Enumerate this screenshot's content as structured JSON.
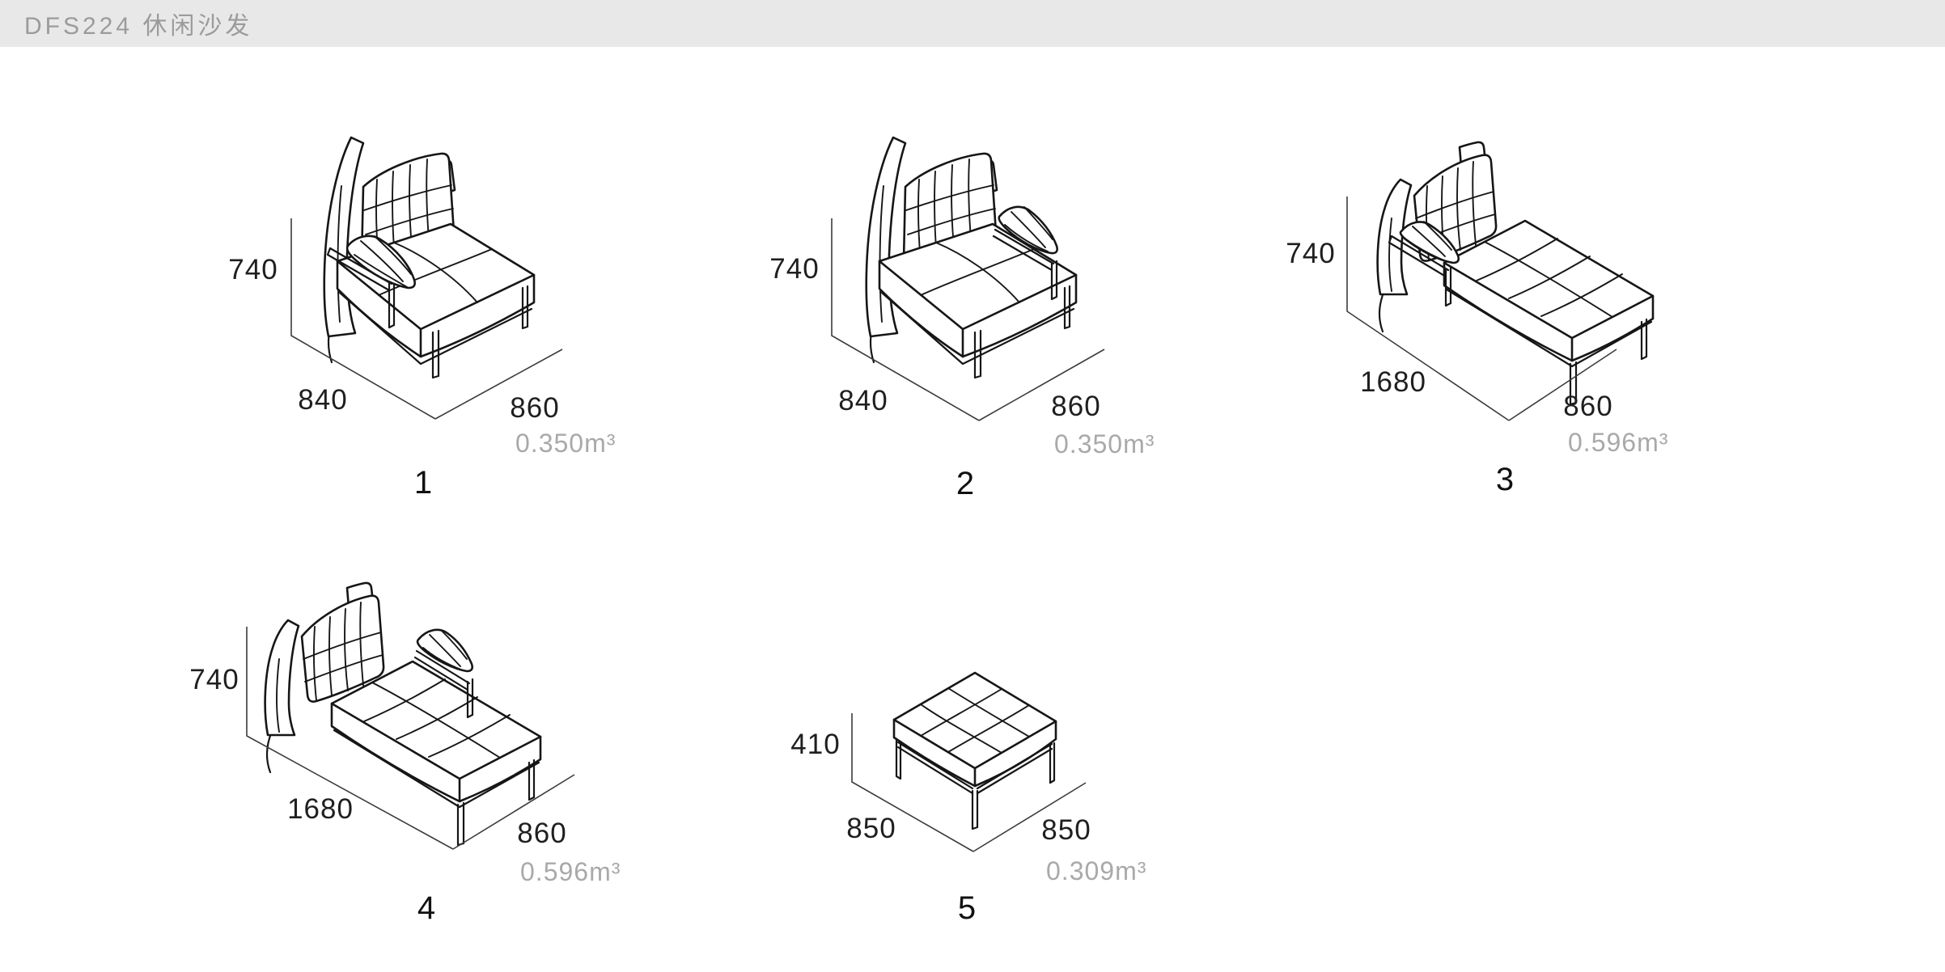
{
  "header": {
    "title": "DFS224 休闲沙发"
  },
  "figures": [
    {
      "number": "1",
      "height": "740",
      "depth": "840",
      "width": "860",
      "volume": "0.350m³"
    },
    {
      "number": "2",
      "height": "740",
      "depth": "840",
      "width": "860",
      "volume": "0.350m³"
    },
    {
      "number": "3",
      "height": "740",
      "depth": "1680",
      "width": "860",
      "volume": "0.596m³"
    },
    {
      "number": "4",
      "height": "740",
      "depth": "1680",
      "width": "860",
      "volume": "0.596m³"
    },
    {
      "number": "5",
      "height": "410",
      "depth": "850",
      "width": "850",
      "volume": "0.309m³"
    }
  ]
}
